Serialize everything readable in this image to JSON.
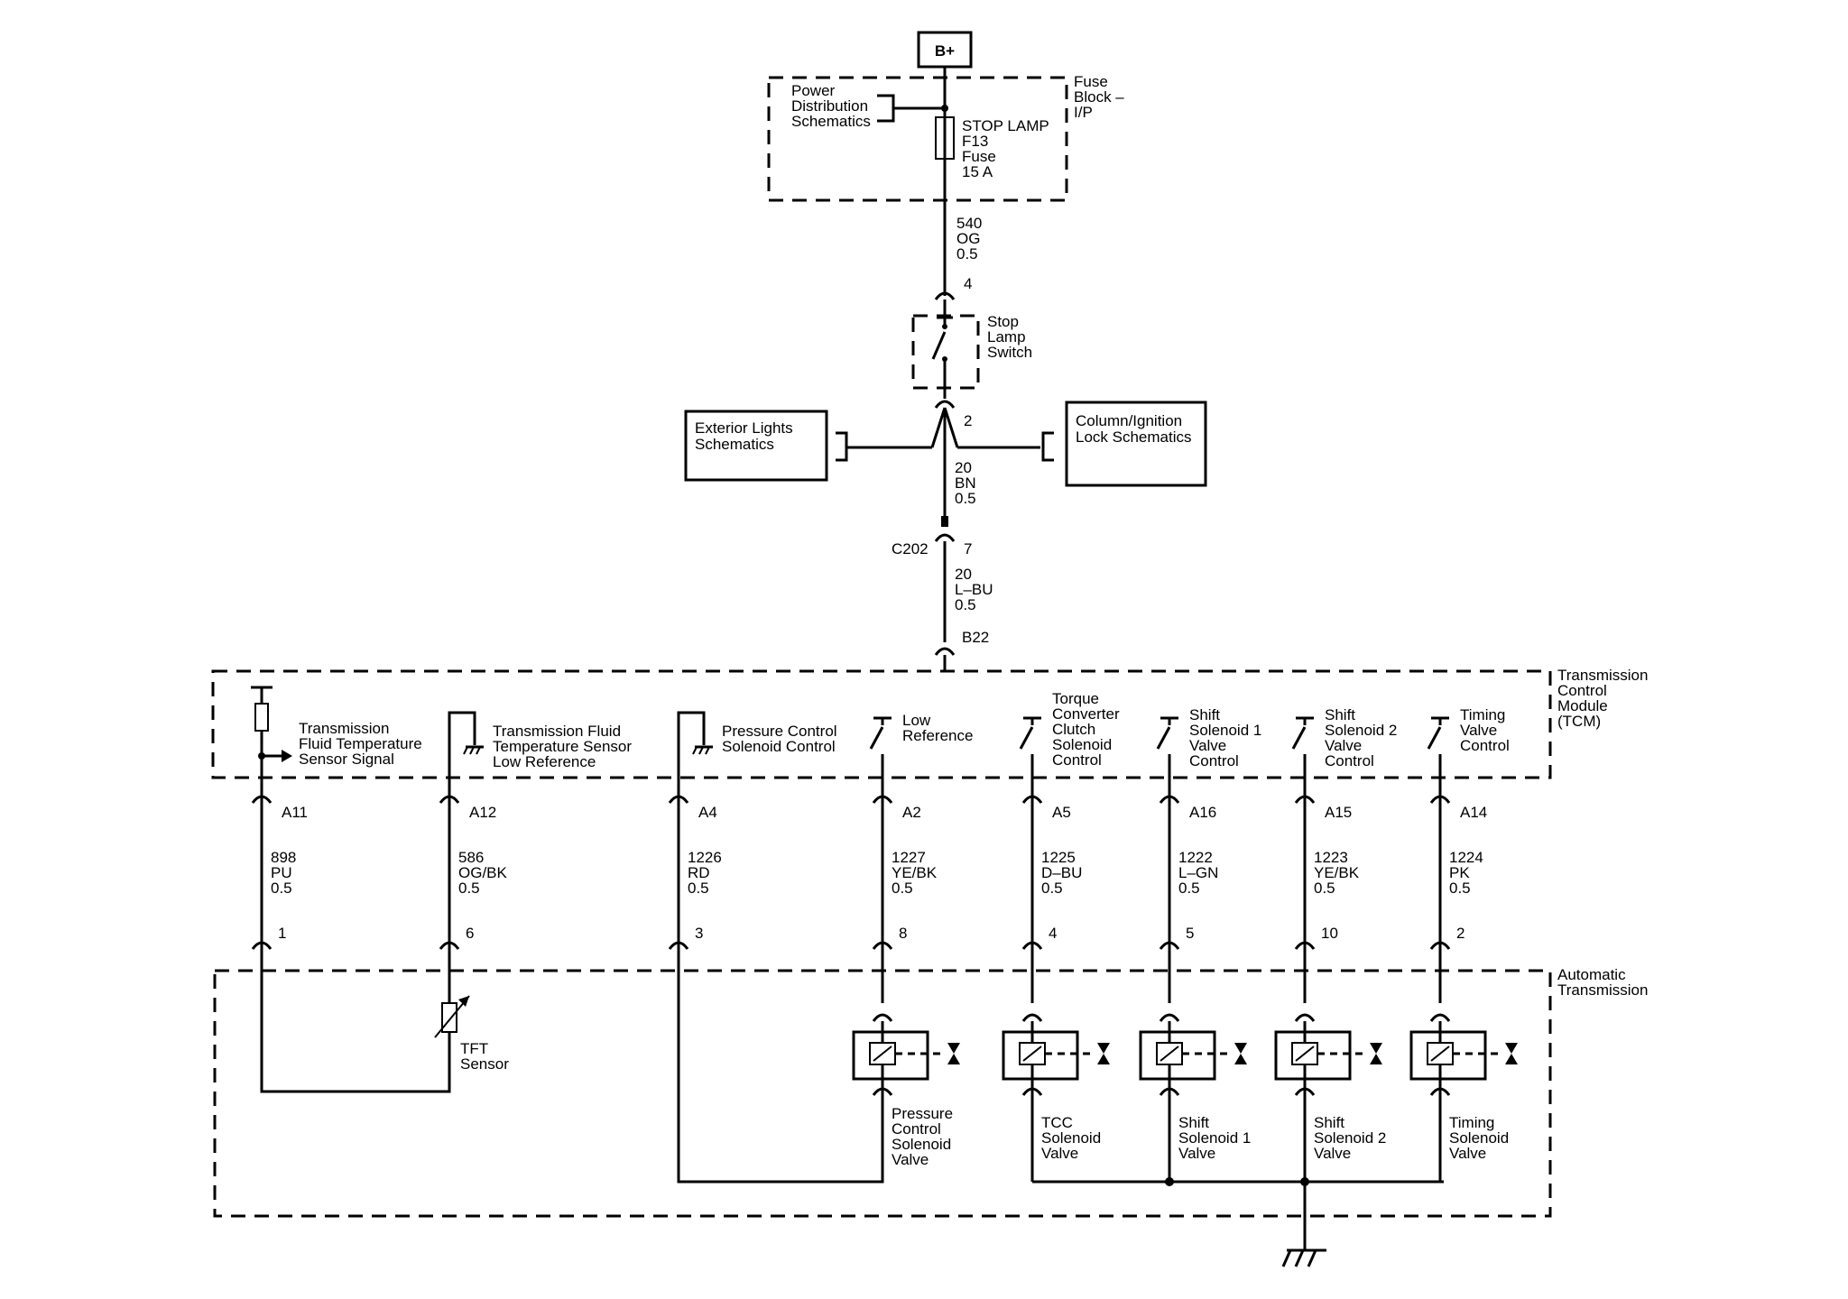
{
  "power": {
    "label": "B+"
  },
  "fuse_block": {
    "label": [
      "Fuse",
      "Block –",
      "I/P"
    ],
    "power_dist": [
      "Power",
      "Distribution",
      "Schematics"
    ],
    "fuse_label": [
      "STOP LAMP",
      "F13",
      "Fuse",
      "15 A"
    ]
  },
  "wires": {
    "w540": [
      "540",
      "OG",
      "0.5"
    ],
    "w20bn": [
      "20",
      "BN",
      "0.5"
    ],
    "w20lbu": [
      "20",
      "L–BU",
      "0.5"
    ]
  },
  "pins": {
    "p4": "4",
    "p2": "2",
    "p7": "7",
    "c202": "C202",
    "b22": "B22"
  },
  "switch": {
    "label": [
      "Stop",
      "Lamp",
      "Switch"
    ]
  },
  "exterior_lights": {
    "label": [
      "Exterior Lights",
      "Schematics"
    ]
  },
  "column_ignition": {
    "label": [
      "Column/Ignition",
      "Lock Schematics"
    ]
  },
  "tcm": {
    "label": [
      "Transmission",
      "Control",
      "Module",
      "(TCM)"
    ]
  },
  "auto_trans": {
    "label": [
      "Automatic",
      "Transmission"
    ]
  },
  "circuits": [
    {
      "tcm_label": [
        "Transmission",
        "Fluid Temperature",
        "Sensor Signal"
      ],
      "pin": "A11",
      "wire": [
        "898",
        "PU",
        "0.5"
      ],
      "trans_pin": "1"
    },
    {
      "tcm_label": [
        "Transmission Fluid",
        "Temperature Sensor",
        "Low Reference"
      ],
      "pin": "A12",
      "wire": [
        "586",
        "OG/BK",
        "0.5"
      ],
      "trans_pin": "6"
    },
    {
      "tcm_label": [
        "Pressure Control",
        "Solenoid Control"
      ],
      "pin": "A4",
      "wire": [
        "1226",
        "RD",
        "0.5"
      ],
      "trans_pin": "3"
    },
    {
      "tcm_label": [
        "Low",
        "Reference"
      ],
      "pin": "A2",
      "wire": [
        "1227",
        "YE/BK",
        "0.5"
      ],
      "trans_pin": "8"
    },
    {
      "tcm_label": [
        "Torque",
        "Converter",
        "Clutch",
        "Solenoid",
        "Control"
      ],
      "pin": "A5",
      "wire": [
        "1225",
        "D–BU",
        "0.5"
      ],
      "trans_pin": "4"
    },
    {
      "tcm_label": [
        "Shift",
        "Solenoid 1",
        "Valve",
        "Control"
      ],
      "pin": "A16",
      "wire": [
        "1222",
        "L–GN",
        "0.5"
      ],
      "trans_pin": "5"
    },
    {
      "tcm_label": [
        "Shift",
        "Solenoid 2",
        "Valve",
        "Control"
      ],
      "pin": "A15",
      "wire": [
        "1223",
        "YE/BK",
        "0.5"
      ],
      "trans_pin": "10"
    },
    {
      "tcm_label": [
        "Timing",
        "Valve",
        "Control"
      ],
      "pin": "A14",
      "wire": [
        "1224",
        "PK",
        "0.5"
      ],
      "trans_pin": "2"
    }
  ],
  "tft": {
    "label": [
      "TFT",
      "Sensor"
    ]
  },
  "solenoids": [
    {
      "label": [
        "Pressure",
        "Control",
        "Solenoid",
        "Valve"
      ]
    },
    {
      "label": [
        "TCC",
        "Solenoid",
        "Valve"
      ]
    },
    {
      "label": [
        "Shift",
        "Solenoid 1",
        "Valve"
      ]
    },
    {
      "label": [
        "Shift",
        "Solenoid 2",
        "Valve"
      ]
    },
    {
      "label": [
        "Timing",
        "Solenoid",
        "Valve"
      ]
    }
  ]
}
